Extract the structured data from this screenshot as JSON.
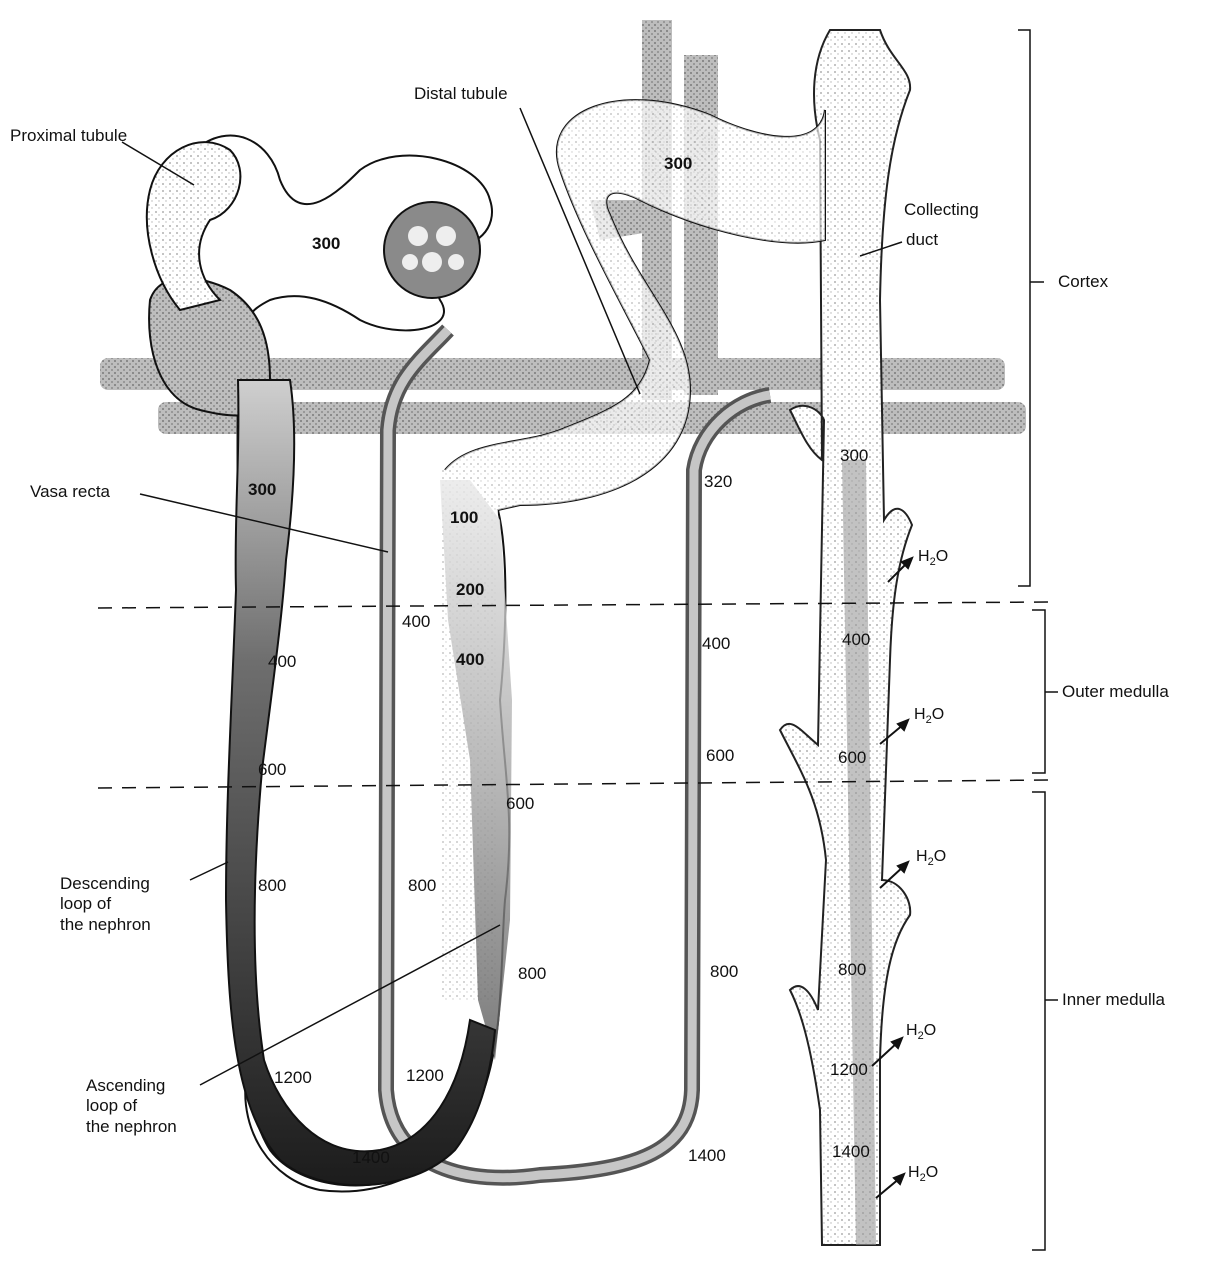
{
  "labels": {
    "proximal_tubule": "Proximal tubule",
    "distal_tubule": "Distal tubule",
    "collecting_duct_1": "Collecting",
    "collecting_duct_2": "duct",
    "vasa_recta": "Vasa recta",
    "descending_1": "Descending",
    "descending_2": "loop of",
    "descending_3": "the nephron",
    "ascending_1": "Ascending",
    "ascending_2": "loop of",
    "ascending_3": "the nephron"
  },
  "zones": {
    "cortex": "Cortex",
    "outer_medulla": "Outer medulla",
    "inner_medulla": "Inner medulla"
  },
  "water": {
    "h": "H",
    "sub": "2",
    "o": "O"
  },
  "osmolarity": {
    "proximal_300": "300",
    "distal_300": "300",
    "descending_300": "300",
    "descending_400": "400",
    "descending_600": "600",
    "descending_800": "800",
    "descending_1200": "1200",
    "bottom_1400": "1400",
    "vasa_400": "400",
    "vasa_800": "800",
    "vasa_1200": "1200",
    "ascending_100": "100",
    "ascending_200": "200",
    "ascending_400": "400",
    "ascending_600": "600",
    "ascending_800": "800",
    "vr_320": "320",
    "vr_400": "400",
    "vr_600": "600",
    "vr_800": "800",
    "vr_1400": "1400",
    "cd_300": "300",
    "cd_400": "400",
    "cd_600": "600",
    "cd_800": "800",
    "cd_1200": "1200",
    "cd_1400": "1400"
  }
}
